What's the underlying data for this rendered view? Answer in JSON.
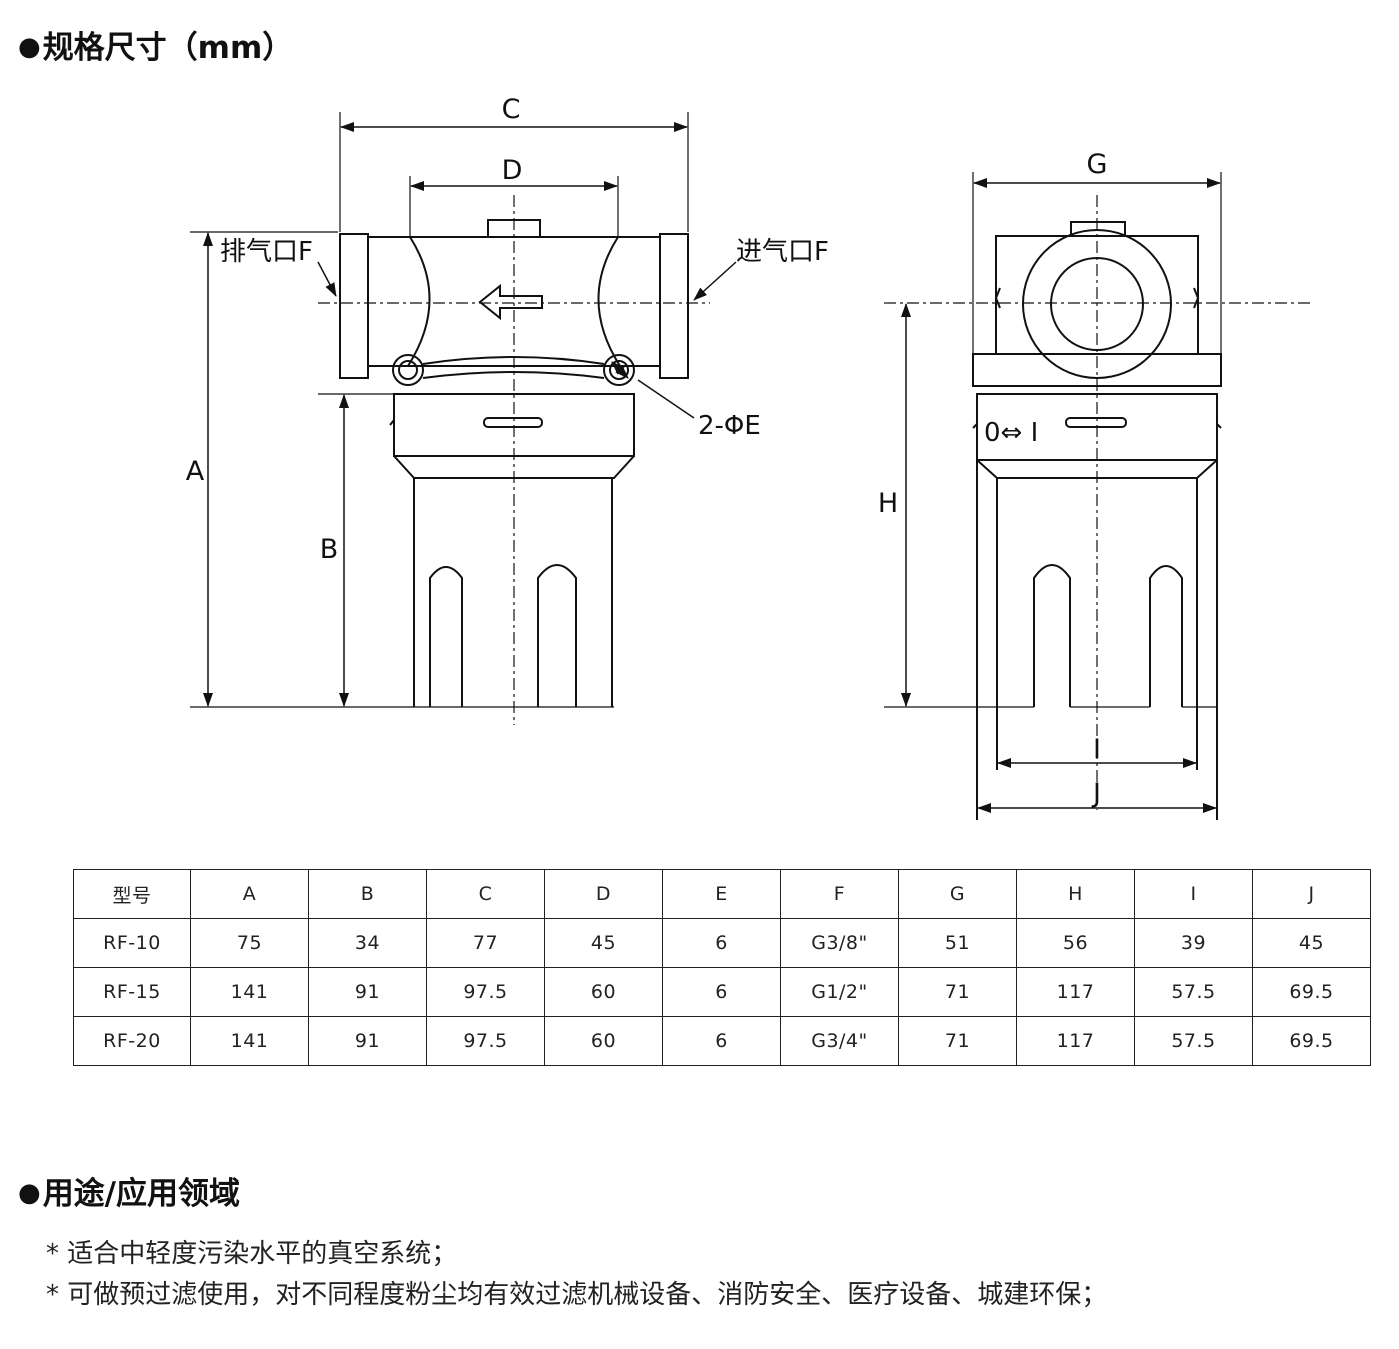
{
  "specs_heading": {
    "bullet": "●",
    "text": "规格尺寸（mm）"
  },
  "drawing": {
    "dim_labels": {
      "A": "A",
      "B": "B",
      "C": "C",
      "D": "D",
      "G": "G",
      "H": "H",
      "I": "I",
      "J": "J"
    },
    "callouts": {
      "exhaust": "排气口F",
      "intake": "进气口F",
      "holes": "2-ΦE"
    },
    "switch_marks": "0⇔ I"
  },
  "table": {
    "headers": [
      "型号",
      "A",
      "B",
      "C",
      "D",
      "E",
      "F",
      "G",
      "H",
      "I",
      "J"
    ],
    "rows": [
      [
        "RF-10",
        "75",
        "34",
        "77",
        "45",
        "6",
        "G3/8\"",
        "51",
        "56",
        "39",
        "45"
      ],
      [
        "RF-15",
        "141",
        "91",
        "97.5",
        "60",
        "6",
        "G1/2\"",
        "71",
        "117",
        "57.5",
        "69.5"
      ],
      [
        "RF-20",
        "141",
        "91",
        "97.5",
        "60",
        "6",
        "G3/4\"",
        "71",
        "117",
        "57.5",
        "69.5"
      ]
    ]
  },
  "usage_heading": {
    "bullet": "●",
    "text": "用途/应用领域"
  },
  "usage_items": [
    "* 适合中轻度污染水平的真空系统；",
    "* 可做预过滤使用，对不同程度粉尘均有效过滤机械设备、消防安全、医疗设备、城建环保；"
  ]
}
